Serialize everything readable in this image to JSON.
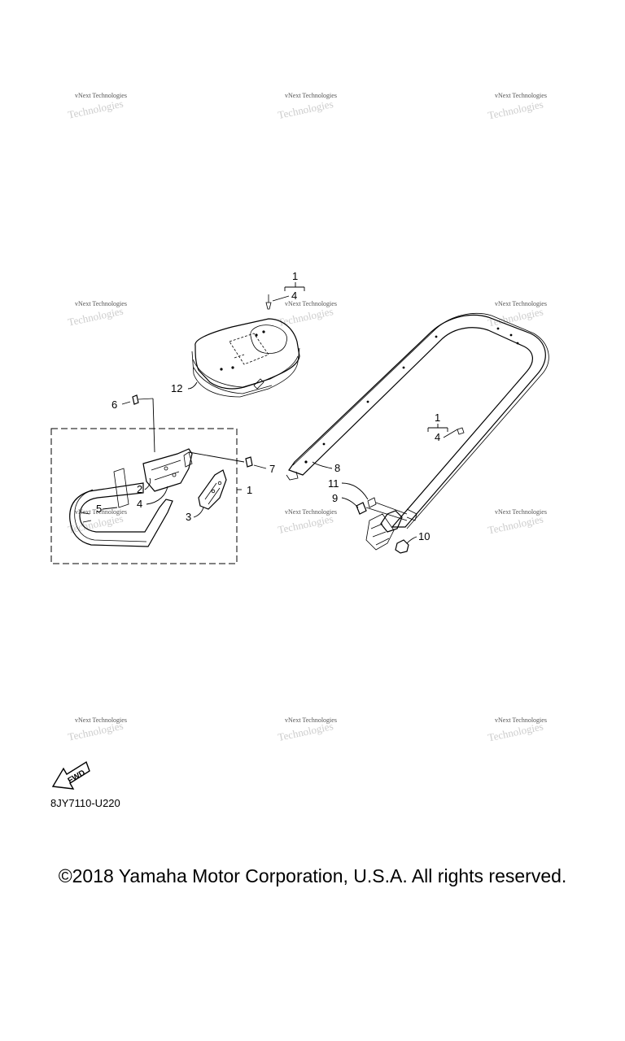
{
  "watermark": {
    "text": "vNext Technologies"
  },
  "callouts": {
    "c1_top": "1",
    "c4_top": "4",
    "c12": "12",
    "c6": "6",
    "c7": "7",
    "c2": "2",
    "c4_kit": "4",
    "c5": "5",
    "c3": "3",
    "c1_kit": "1",
    "c1_bar": "1",
    "c4_bar": "4",
    "c8": "8",
    "c11": "11",
    "c9": "9",
    "c10": "10"
  },
  "fwd_label": "FWD",
  "doc_code": "8JY7110-U220",
  "copyright": "©2018 Yamaha Motor Corporation, U.S.A. All rights reserved."
}
